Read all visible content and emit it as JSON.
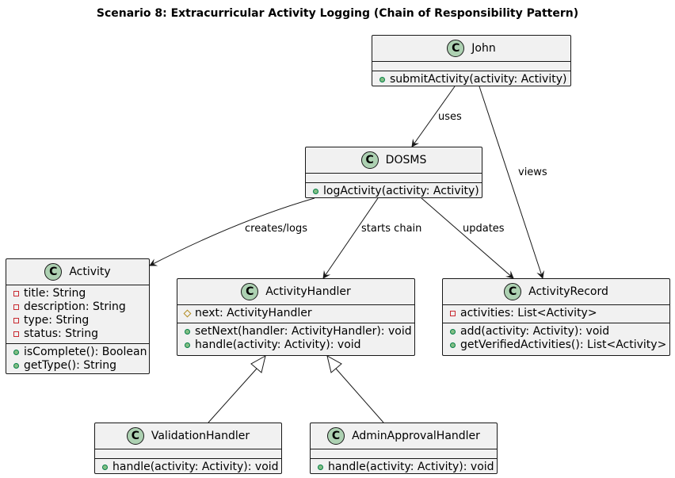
{
  "title": "Scenario 8: Extracurricular Activity Logging (Chain of Responsibility Pattern)",
  "stereotype_glyph": "C",
  "classes": {
    "john": {
      "name": "John",
      "attributes": [],
      "methods": [
        {
          "vis": "public",
          "text": "submitActivity(activity: Activity)"
        }
      ]
    },
    "dosms": {
      "name": "DOSMS",
      "attributes": [],
      "methods": [
        {
          "vis": "public",
          "text": "logActivity(activity: Activity)"
        }
      ]
    },
    "activity": {
      "name": "Activity",
      "attributes": [
        {
          "vis": "private",
          "text": "title: String"
        },
        {
          "vis": "private",
          "text": "description: String"
        },
        {
          "vis": "private",
          "text": "type: String"
        },
        {
          "vis": "private",
          "text": "status: String"
        }
      ],
      "methods": [
        {
          "vis": "public",
          "text": "isComplete(): Boolean"
        },
        {
          "vis": "public",
          "text": "getType(): String"
        }
      ]
    },
    "activity_handler": {
      "name": "ActivityHandler",
      "attributes": [
        {
          "vis": "protected",
          "text": "next: ActivityHandler"
        }
      ],
      "methods": [
        {
          "vis": "public",
          "text": "setNext(handler: ActivityHandler): void"
        },
        {
          "vis": "public",
          "text": "handle(activity: Activity): void"
        }
      ]
    },
    "activity_record": {
      "name": "ActivityRecord",
      "attributes": [
        {
          "vis": "private",
          "text": "activities: List<Activity>"
        }
      ],
      "methods": [
        {
          "vis": "public",
          "text": "add(activity: Activity): void"
        },
        {
          "vis": "public",
          "text": "getVerifiedActivities(): List<Activity>"
        }
      ]
    },
    "validation_handler": {
      "name": "ValidationHandler",
      "attributes": [],
      "methods": [
        {
          "vis": "public",
          "text": "handle(activity: Activity): void"
        }
      ]
    },
    "admin_approval_handler": {
      "name": "AdminApprovalHandler",
      "attributes": [],
      "methods": [
        {
          "vis": "public",
          "text": "handle(activity: Activity): void"
        }
      ]
    }
  },
  "relations": [
    {
      "from": "John",
      "to": "DOSMS",
      "label": "uses",
      "kind": "association"
    },
    {
      "from": "John",
      "to": "ActivityRecord",
      "label": "views",
      "kind": "association"
    },
    {
      "from": "DOSMS",
      "to": "Activity",
      "label": "creates/logs",
      "kind": "association"
    },
    {
      "from": "DOSMS",
      "to": "ActivityHandler",
      "label": "starts chain",
      "kind": "association"
    },
    {
      "from": "DOSMS",
      "to": "ActivityRecord",
      "label": "updates",
      "kind": "association"
    },
    {
      "from": "ValidationHandler",
      "to": "ActivityHandler",
      "label": "",
      "kind": "inheritance"
    },
    {
      "from": "AdminApprovalHandler",
      "to": "ActivityHandler",
      "label": "",
      "kind": "inheritance"
    }
  ]
}
